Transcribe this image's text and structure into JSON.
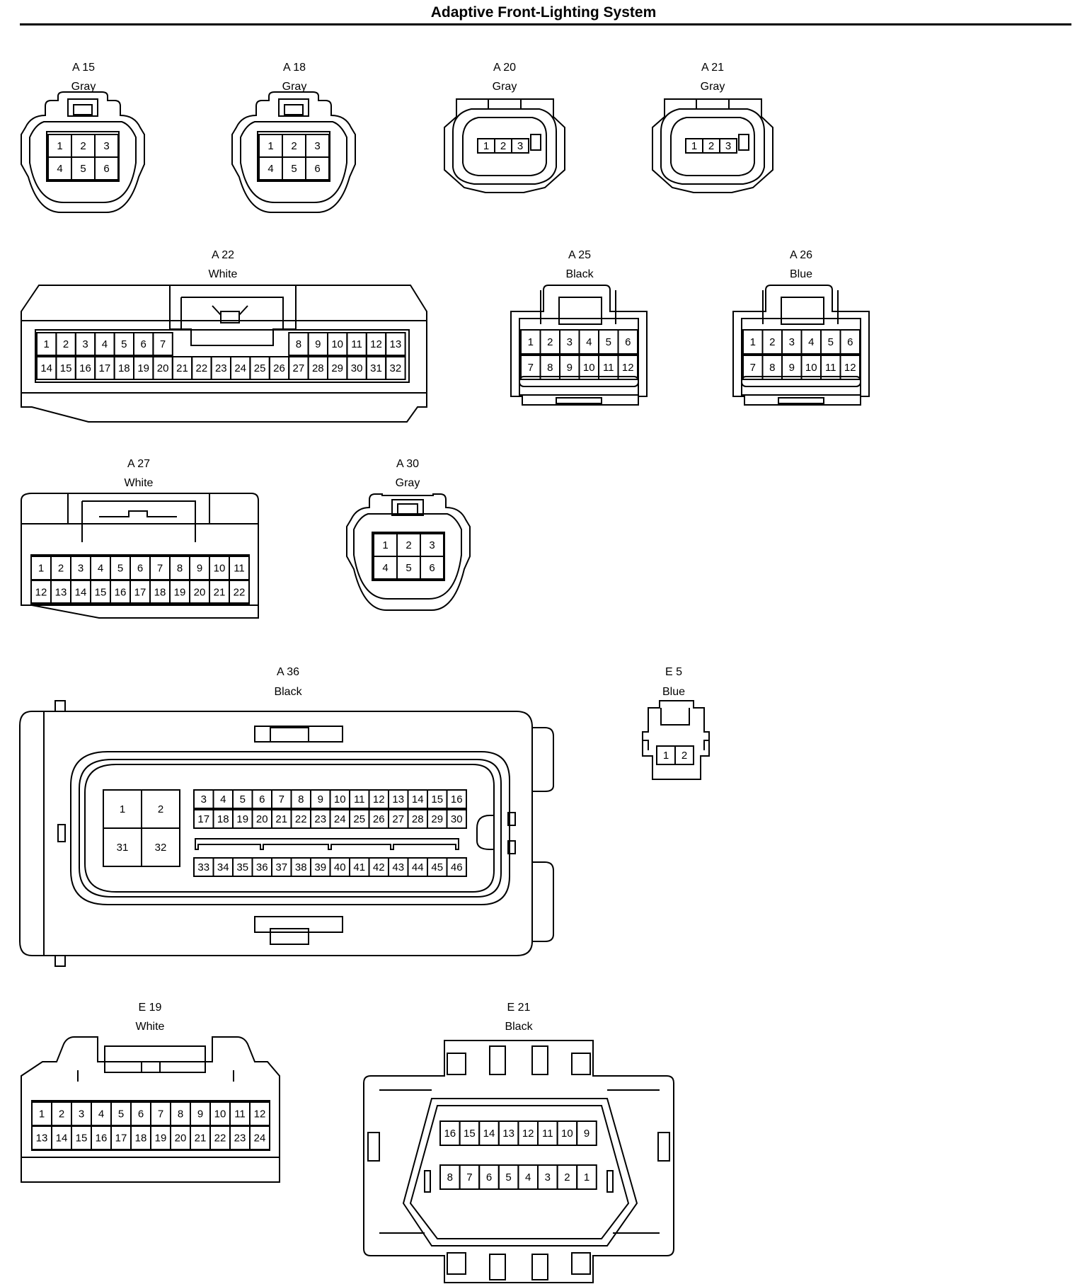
{
  "title": "Adaptive Front-Lighting System",
  "connectors": [
    {
      "id": "A15",
      "code": "A 15",
      "color": "Gray",
      "rows": [
        [
          "1",
          "2",
          "3"
        ],
        [
          "4",
          "5",
          "6"
        ]
      ]
    },
    {
      "id": "A18",
      "code": "A 18",
      "color": "Gray",
      "rows": [
        [
          "1",
          "2",
          "3"
        ],
        [
          "4",
          "5",
          "6"
        ]
      ]
    },
    {
      "id": "A20",
      "code": "A 20",
      "color": "Gray",
      "rows": [
        [
          "1",
          "2",
          "3"
        ]
      ]
    },
    {
      "id": "A21",
      "code": "A 21",
      "color": "Gray",
      "rows": [
        [
          "1",
          "2",
          "3"
        ]
      ]
    },
    {
      "id": "A22",
      "code": "A 22",
      "color": "White",
      "rows": [
        [
          "1",
          "2",
          "3",
          "4",
          "5",
          "6",
          "7",
          "8",
          "9",
          "10",
          "11",
          "12",
          "13"
        ],
        [
          "14",
          "15",
          "16",
          "17",
          "18",
          "19",
          "20",
          "21",
          "22",
          "23",
          "24",
          "25",
          "26",
          "27",
          "28",
          "29",
          "30",
          "31",
          "32"
        ]
      ]
    },
    {
      "id": "A25",
      "code": "A 25",
      "color": "Black",
      "rows": [
        [
          "1",
          "2",
          "3",
          "4",
          "5",
          "6"
        ],
        [
          "7",
          "8",
          "9",
          "10",
          "11",
          "12"
        ]
      ]
    },
    {
      "id": "A26",
      "code": "A 26",
      "color": "Blue",
      "rows": [
        [
          "1",
          "2",
          "3",
          "4",
          "5",
          "6"
        ],
        [
          "7",
          "8",
          "9",
          "10",
          "11",
          "12"
        ]
      ]
    },
    {
      "id": "A27",
      "code": "A 27",
      "color": "White",
      "rows": [
        [
          "1",
          "2",
          "3",
          "4",
          "5",
          "6",
          "7",
          "8",
          "9",
          "10",
          "11"
        ],
        [
          "12",
          "13",
          "14",
          "15",
          "16",
          "17",
          "18",
          "19",
          "20",
          "21",
          "22"
        ]
      ]
    },
    {
      "id": "A30",
      "code": "A 30",
      "color": "Gray",
      "rows": [
        [
          "1",
          "2",
          "3"
        ],
        [
          "4",
          "5",
          "6"
        ]
      ]
    },
    {
      "id": "A36",
      "code": "A 36",
      "color": "Black",
      "rows": [
        [
          "1",
          "2"
        ],
        [
          "31",
          "32"
        ],
        [
          "3",
          "4",
          "5",
          "6",
          "7",
          "8",
          "9",
          "10",
          "11",
          "12",
          "13",
          "14",
          "15",
          "16"
        ],
        [
          "17",
          "18",
          "19",
          "20",
          "21",
          "22",
          "23",
          "24",
          "25",
          "26",
          "27",
          "28",
          "29",
          "30"
        ],
        [
          "33",
          "34",
          "35",
          "36",
          "37",
          "38",
          "39",
          "40",
          "41",
          "42",
          "43",
          "44",
          "45",
          "46"
        ]
      ]
    },
    {
      "id": "E5",
      "code": "E 5",
      "color": "Blue",
      "rows": [
        [
          "1",
          "2"
        ]
      ]
    },
    {
      "id": "E19",
      "code": "E 19",
      "color": "White",
      "rows": [
        [
          "1",
          "2",
          "3",
          "4",
          "5",
          "6",
          "7",
          "8",
          "9",
          "10",
          "11",
          "12"
        ],
        [
          "13",
          "14",
          "15",
          "16",
          "17",
          "18",
          "19",
          "20",
          "21",
          "22",
          "23",
          "24"
        ]
      ]
    },
    {
      "id": "E21",
      "code": "E 21",
      "color": "Black",
      "rows": [
        [
          "16",
          "15",
          "14",
          "13",
          "12",
          "11",
          "10",
          "9"
        ],
        [
          "8",
          "7",
          "6",
          "5",
          "4",
          "3",
          "2",
          "1"
        ]
      ]
    }
  ]
}
